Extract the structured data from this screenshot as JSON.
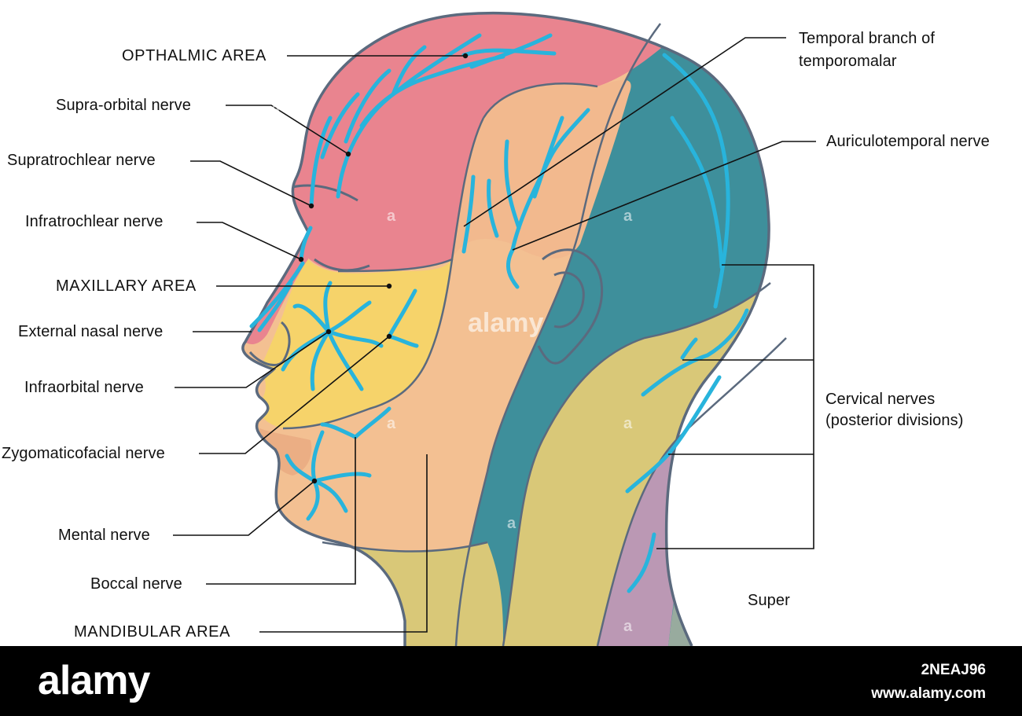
{
  "labels": {
    "opthalmic_area": "OPTHALMIC AREA",
    "supra_orbital": "Supra-orbital nerve",
    "supratrochlear": "Supratrochlear nerve",
    "infratrochlear": "Infratrochlear nerve",
    "maxillary_area": "MAXILLARY AREA",
    "external_nasal": "External nasal nerve",
    "infraorbital": "Infraorbital nerve",
    "zygomaticofacial": "Zygomaticofacial nerve",
    "mental": "Mental nerve",
    "boccal": "Boccal nerve",
    "mandibular_area": "MANDIBULAR AREA",
    "temporal_branch_line1": "Temporal branch of",
    "temporal_branch_line2": "temporomalar",
    "auriculotemporal": "Auriculotemporal nerve",
    "cervical_line1": "Cervical nerves",
    "cervical_line2": "(posterior divisions)",
    "super": "Super"
  },
  "colors": {
    "ophthalmic": "#e9848f",
    "maxillary": "#f6d36a",
    "mandibular": "#f3c092",
    "posterior": "#3e8f9b",
    "cervical_yellow": "#d9c878",
    "cervical_purple": "#bb98b4",
    "outline": "#5b6a7e",
    "nerve": "#28b4dc"
  },
  "watermark": {
    "text": "alamy",
    "tile": "a"
  },
  "footer": {
    "logo": "alamy",
    "image_id": "2NEAJ96",
    "site": "www.alamy.com"
  }
}
